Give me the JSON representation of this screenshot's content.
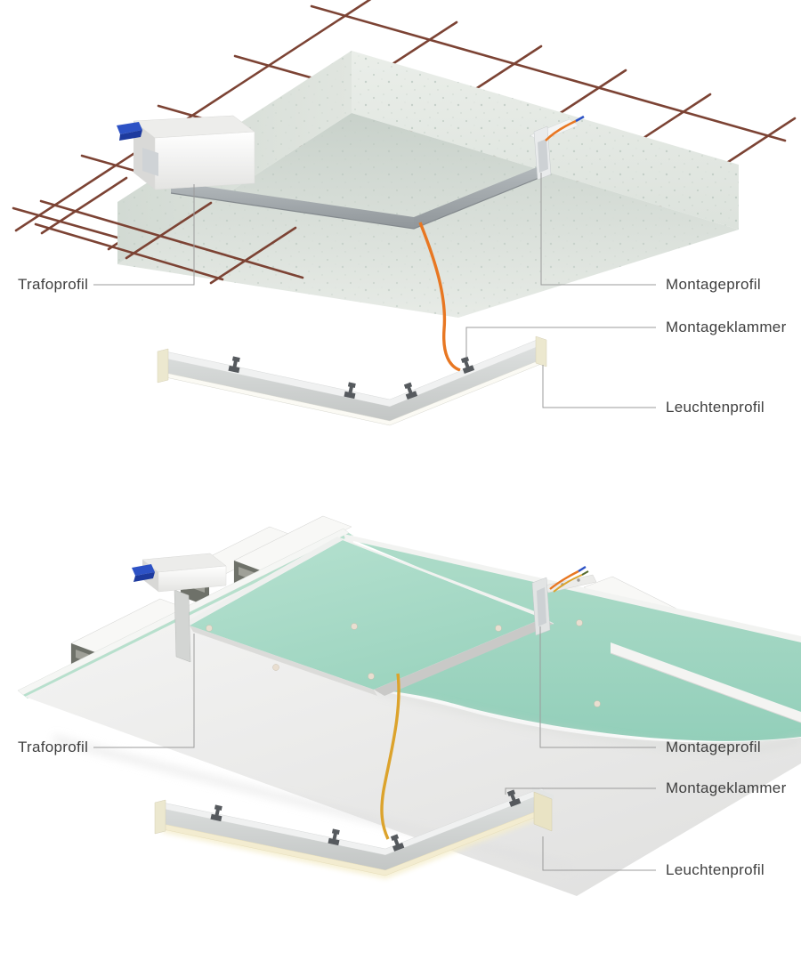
{
  "figure1": {
    "labels": {
      "trafoprofil": "Trafoprofil",
      "montageprofil": "Montageprofil",
      "montageklammer": "Montageklammer",
      "leuchtenprofil": "Leuchtenprofil"
    }
  },
  "figure2": {
    "labels": {
      "trafoprofil": "Trafoprofil",
      "montageprofil": "Montageprofil",
      "montageklammer": "Montageklammer",
      "leuchtenprofil": "Leuchtenprofil"
    }
  },
  "colors": {
    "page": "#ffffff",
    "label": "#3f3f3f",
    "leader": "#9b9b9b",
    "teal": "#a5d9c6",
    "concrete": "#dfe5df",
    "rebar": "#7c4334",
    "cable_orange": "#e87722",
    "cable_yellow": "#dca32c",
    "clip_blue": "#2d52c5",
    "metal_dark": "#9aa0a4",
    "glow": "#f3ecd0"
  }
}
